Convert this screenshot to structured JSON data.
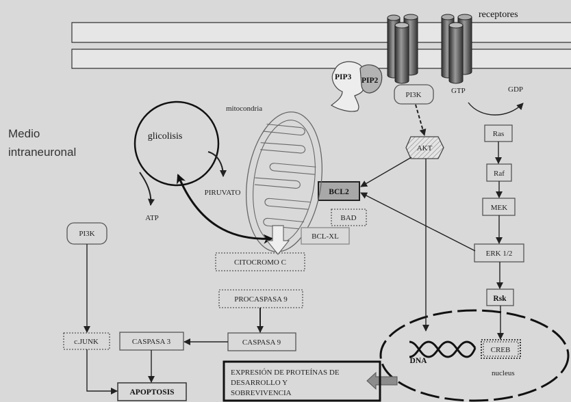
{
  "colors": {
    "background": "#d9d9d9",
    "membrane": "#e6e6e6",
    "bcl2_fill": "#a8a8a8",
    "block_arrow": "#8c8c8c",
    "pip2_fill": "#b3b3b3"
  },
  "membrane": {
    "receptors_label": "receptores"
  },
  "region_label": {
    "line1": "Medio",
    "line2": "intraneuronal"
  },
  "signaling": {
    "pip3": "PIP3",
    "pip2": "PIP2",
    "pi3k_top": "PI3K",
    "gtp": "GTP",
    "gdp": "GDP",
    "akt": "AKT",
    "ras": "Ras",
    "raf": "Raf",
    "mek": "MEK",
    "erk": "ERK 1/2",
    "rsk": "Rsk",
    "creb": "CREB"
  },
  "metabolism": {
    "glycolysis": "glicolisis",
    "atp": "ATP",
    "pyruvate": "PIRUVATO",
    "mitochondria": "mitocondria"
  },
  "apoptosis_path": {
    "bcl2": "BCL2",
    "bad": "BAD",
    "bclxl": "BCL-XL",
    "cytochrome": "CITOCROMO C",
    "procaspase9": "PROCASPASA 9",
    "caspase9": "CASPASA 9",
    "caspase3": "CASPASA 3",
    "apoptosis": "APOPTOSIS",
    "pi3k_left": "PI3K",
    "cjunk": "c.JUNK"
  },
  "nucleus": {
    "dna": "DNA",
    "label": "nucleus"
  },
  "expression": {
    "lines": [
      "EXPRESIÓN DE PROTEÍNAS DE",
      "DESARROLLO Y",
      "SOBREVIVENCIA"
    ]
  }
}
